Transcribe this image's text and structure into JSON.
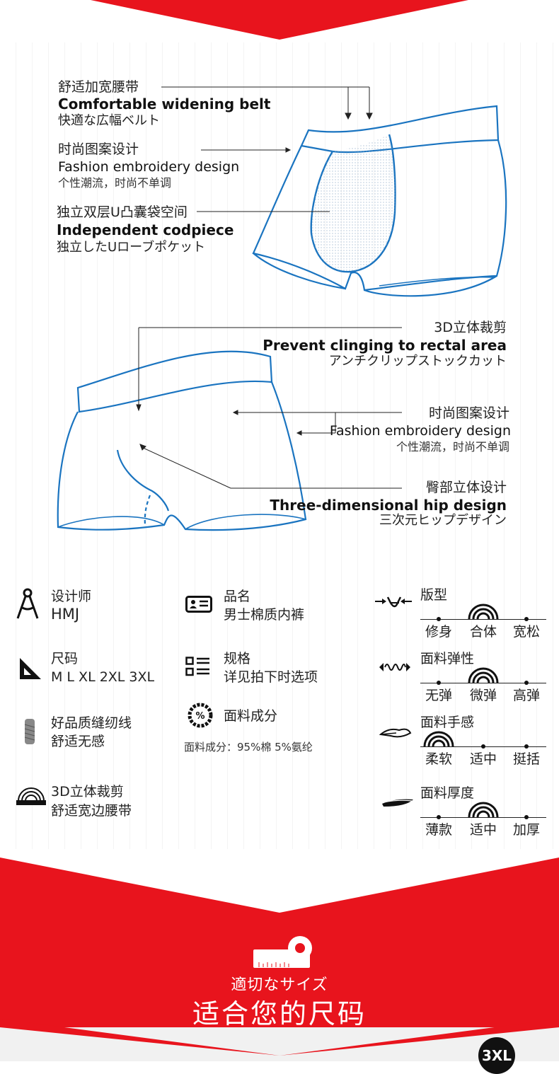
{
  "top_callouts": [
    {
      "zh": "舒适加宽腰带",
      "en": "Comfortable widening belt",
      "jp": "快適な広幅ベルト"
    },
    {
      "zh": "时尚图案设计",
      "en": "Fashion embroidery design",
      "jp": "个性潮流，时尚不单调"
    },
    {
      "zh": "独立双层U凸囊袋空间",
      "en": "Independent codpiece",
      "jp": "独立したUローブポケット"
    }
  ],
  "back_callouts": [
    {
      "zh": "3D立体裁剪",
      "en": "Prevent clinging to rectal area",
      "jp": "アンチクリップストックカット"
    },
    {
      "zh": "时尚图案设计",
      "en": "Fashion embroidery design",
      "jp": "个性潮流，时尚不单调"
    },
    {
      "zh": "臀部立体设计",
      "en": "Three-dimensional hip design",
      "jp": "三次元ヒップデザイン"
    }
  ],
  "specs": {
    "designer": {
      "label": "设计师",
      "value": "HMJ",
      "icon": "compass-icon"
    },
    "name": {
      "label": "品名",
      "value": "男士棉质内裤",
      "icon": "id-card-icon"
    },
    "size": {
      "label": "尺码",
      "value": "M L XL 2XL 3XL",
      "icon": "set-square-icon"
    },
    "spec": {
      "label": "规格",
      "value": "详见拍下时选项",
      "icon": "list-icon"
    },
    "thread": {
      "label": "好品质缝纫线",
      "value": "舒适无感",
      "icon": "thread-spool-icon"
    },
    "composition": {
      "label": "面料成分",
      "value": "面料成分：95%棉 5%氨纶",
      "icon": "percent-gauge-icon"
    },
    "cut": {
      "label": "3D立体裁剪",
      "value": "舒适宽边腰带",
      "icon": "joomuo-logo-icon"
    }
  },
  "scales": [
    {
      "title": "版型",
      "icon": "fit-icon",
      "options": [
        "修身",
        "合体",
        "宽松"
      ],
      "selected_index": 1
    },
    {
      "title": "面料弹性",
      "icon": "elasticity-icon",
      "options": [
        "无弹",
        "微弹",
        "高弹"
      ],
      "selected_index": 1
    },
    {
      "title": "面料手感",
      "icon": "hand-feel-icon",
      "options": [
        "柔软",
        "适中",
        "挺括"
      ],
      "selected_index": 0
    },
    {
      "title": "面料厚度",
      "icon": "thickness-icon",
      "options": [
        "薄款",
        "适中",
        "加厚"
      ],
      "selected_index": 1
    }
  ],
  "bottom": {
    "jp": "適切なサイズ",
    "zh": "适合您的尺码",
    "size_badge": "3XL"
  },
  "colors": {
    "red": "#e8141d",
    "outline_blue": "#1a74c0",
    "dark": "#111111"
  }
}
